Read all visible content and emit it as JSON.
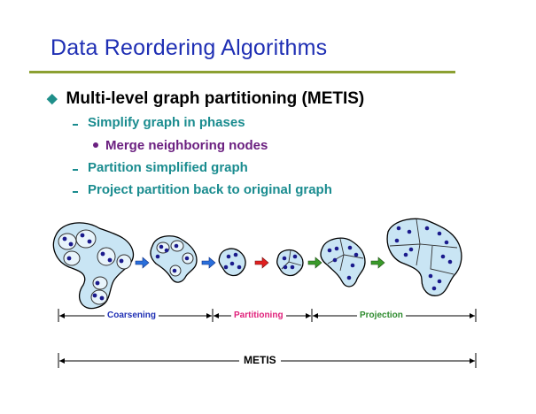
{
  "title": "Data Reordering Algorithms",
  "bullets": {
    "main": "Multi-level graph partitioning (METIS)",
    "sub1": "Simplify graph in phases",
    "sub1a": "Merge neighboring nodes",
    "sub2": "Partition simplified graph",
    "sub3": "Project partition back to original graph"
  },
  "timeline": {
    "coarsening": "Coarsening",
    "partitioning": "Partitioning",
    "projection": "Projection",
    "metis": "METIS"
  },
  "colors": {
    "title": "#1f2fb4",
    "rule": "#8ca032",
    "teal": "#1a8c8f",
    "purple": "#6b2080",
    "blob_fill": "#c9e5f4",
    "node": "#1a1a8c",
    "arrow_blue": "#2a6fdb",
    "arrow_red": "#e02020",
    "arrow_green": "#3a9a2a",
    "coarsening_label": "#1f2fb4",
    "partitioning_label": "#e0207a",
    "projection_label": "#2e8b2e"
  }
}
